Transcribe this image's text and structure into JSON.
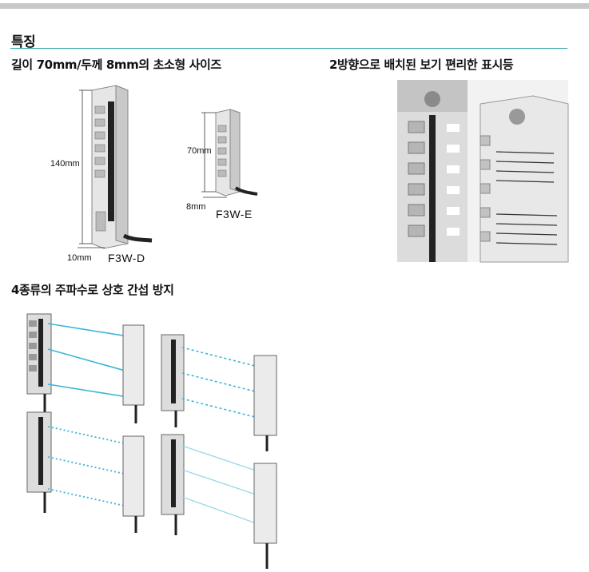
{
  "section_title": "특징",
  "feature1": {
    "heading": "길이 70mm/두께 8mm의 초소형 사이즈",
    "dim_140": "140mm",
    "dim_10": "10mm",
    "model_d": "F3W-D",
    "dim_70": "70mm",
    "dim_8": "8mm",
    "model_e": "F3W-E"
  },
  "feature2": {
    "heading": "2방향으로 배치된 보기 편리한 표시등"
  },
  "feature3": {
    "heading": "4종류의 주파수로 상호 간섭 방지"
  },
  "colors": {
    "accent_rule": "#3aa8a8",
    "beam": "#38b6d8"
  }
}
